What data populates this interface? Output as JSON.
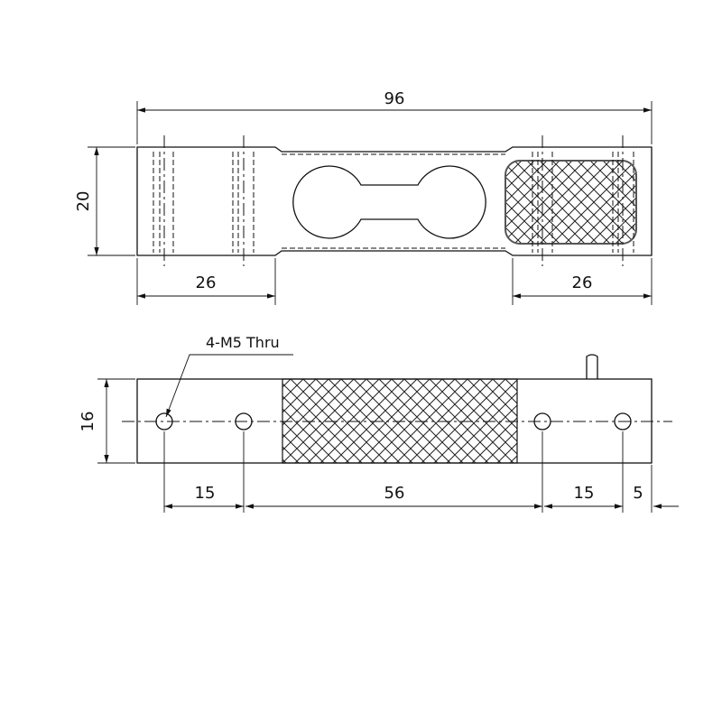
{
  "drawing": {
    "top_view": {
      "overall_length": "96",
      "width": "20",
      "left_end_length": "26",
      "right_end_length": "26"
    },
    "side_view": {
      "hole_callout": "4-M5 Thru",
      "height": "16",
      "spacing_left": "15",
      "spacing_middle": "56",
      "spacing_right": "15",
      "end_offset": "5"
    },
    "colors": {
      "line": "#111111",
      "background": "#ffffff"
    }
  }
}
